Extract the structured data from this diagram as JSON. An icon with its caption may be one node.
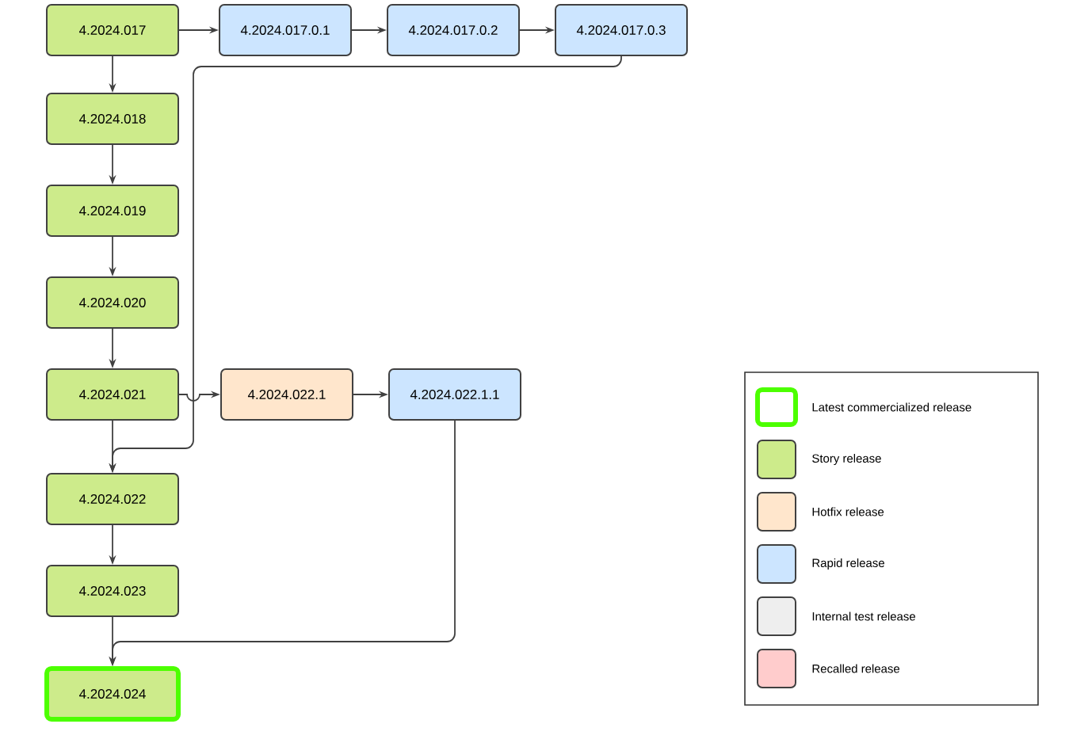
{
  "diagram": {
    "nodes": [
      {
        "text": [
          "4.2024.017"
        ]
      },
      {
        "text": [
          "4.2024.017.0.1"
        ]
      },
      {
        "text": [
          "4.2024.017.0.2"
        ]
      },
      {
        "text": [
          "4.2024.017.0.3"
        ]
      },
      {
        "text": [
          "4.2024.018"
        ]
      },
      {
        "text": [
          "4.2024.019"
        ]
      },
      {
        "text": [
          "4.2024.020"
        ]
      },
      {
        "text": [
          "4.2024.021"
        ]
      },
      {
        "text": [
          "4.2024.022.1"
        ]
      },
      {
        "text": [
          "4.2024.022.1.1"
        ]
      },
      {
        "text": [
          "4.2024.022"
        ]
      },
      {
        "text": [
          "4.2024.023"
        ]
      },
      {
        "text": [
          "4.2024.024"
        ]
      }
    ],
    "edges": [
      {
        "from": 0,
        "to": 1,
        "arrow": "to"
      },
      {
        "from": 1,
        "to": 2,
        "arrow": "to"
      },
      {
        "from": 2,
        "to": 3,
        "arrow": "to"
      },
      {
        "from": 0,
        "to": 4,
        "arrow": "to"
      },
      {
        "from": 4,
        "to": 5,
        "arrow": "to"
      },
      {
        "from": 5,
        "to": 6,
        "arrow": "to"
      },
      {
        "from": 6,
        "to": 7,
        "arrow": "to"
      },
      {
        "from": 7,
        "to": 8,
        "arrow": "to"
      },
      {
        "from": 8,
        "to": 9,
        "arrow": "to"
      },
      {
        "from": 3,
        "to": 10,
        "arrow": "to"
      },
      {
        "from": 7,
        "to": 10,
        "arrow": "to"
      },
      {
        "from": 10,
        "to": 11,
        "arrow": "to"
      },
      {
        "from": 11,
        "to": 12,
        "arrow": "to"
      },
      {
        "from": 9,
        "to": 12,
        "arrow": "to"
      }
    ],
    "legend": [
      {
        "text": "Latest commercialized release"
      },
      {
        "text": "Story release",
        "color": "#cdeb8b"
      },
      {
        "text": "Hotfix release",
        "color": "#ffe6cc"
      },
      {
        "text": "Rapid release",
        "color": "#cce5ff"
      },
      {
        "text": "Internal test release",
        "color": "#eeeeee"
      },
      {
        "text": "Recalled release",
        "color": "#ffcccc"
      }
    ]
  }
}
